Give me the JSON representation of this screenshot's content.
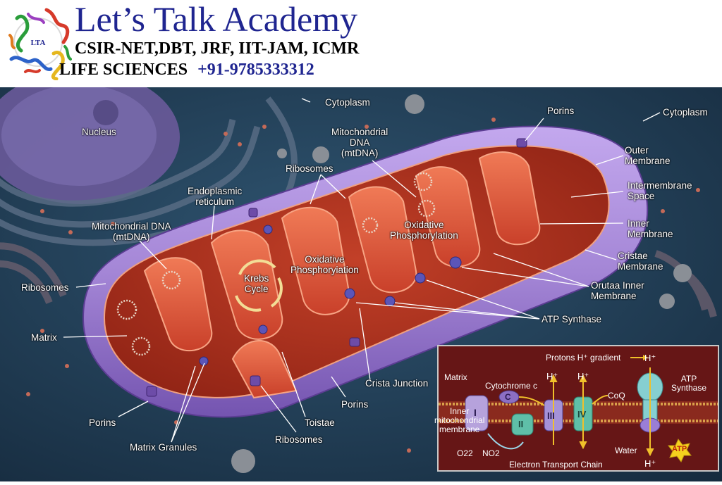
{
  "header": {
    "title": "Let’s Talk Academy",
    "subtitle": "CSIR-NET,DBT, JRF, IIT-JAM, ICMR",
    "subject": "LIFE SCIENCES",
    "phone": "+91-9785333312",
    "logo_text": "LTA"
  },
  "labels": {
    "cytoplasm_top": "Cytoplasm",
    "cytoplasm_right": "Cytoplasm",
    "nucleus": "Nucleus",
    "porins_top": "Porins",
    "mtdna_center": [
      "Mitochondrial",
      "DNA",
      "(mtDNA)"
    ],
    "outer_membrane": [
      "Outer",
      "Membrane"
    ],
    "ribosomes_top": "Ribosomes",
    "intermembrane_space": [
      "Intermembrane",
      "Space"
    ],
    "endoplasmic_reticulum": [
      "Endoplasmic",
      "reticulum"
    ],
    "inner_membrane": [
      "Inner",
      "Membrane"
    ],
    "mtdna_left": [
      "Mitochondrial DNA",
      "(mtDNA)"
    ],
    "oxidative_phos_right": [
      "Oxidative",
      "Phosphorylation"
    ],
    "cristae_membrane": [
      "Cristae",
      "Membrane"
    ],
    "krebs_cycle": [
      "Krebs",
      "Cycle"
    ],
    "oxidative_phos_center": [
      "Oxidative",
      "Phosphoryiation"
    ],
    "outer_inner_membrane": [
      "Orutaa Inner",
      "Membrane"
    ],
    "ribosomes_left": "Ribosomes",
    "atp_synthase": "ATP Synthase",
    "matrix": "Matrix",
    "crista_junction": "Crista Junction",
    "porins_bottom_center": "Porins",
    "porins_bottom_left": "Porins",
    "toistae": "Toistae",
    "matrix_granules": "Matrix Granules",
    "ribosomes_bottom": "Ribosomes"
  },
  "inset": {
    "proton_gradient": "Protons H⁺ gradient",
    "h_plus": "H⁺",
    "matrix": "Matrix",
    "cytochrome_c": "Cytochrome c",
    "c": "C",
    "coq": "CoQ",
    "atp_synthase": [
      "ATP",
      "Synthase"
    ],
    "inner_membrane": [
      "Inner",
      "mitochondrial",
      "membrane"
    ],
    "complex_i": "I",
    "complex_ii": "II",
    "complex_iii": "III",
    "complex_iv": "IV",
    "o2": "O22",
    "no2": "NO2",
    "water": "Water",
    "atp": "ATP",
    "etc": "Electron Transport Chain"
  },
  "colors": {
    "title_blue": "#1f2590",
    "background": "#1e3a52",
    "outer_membrane": "#a486d6",
    "matrix_red": "#d8442a",
    "inset_bg": "#661616"
  }
}
